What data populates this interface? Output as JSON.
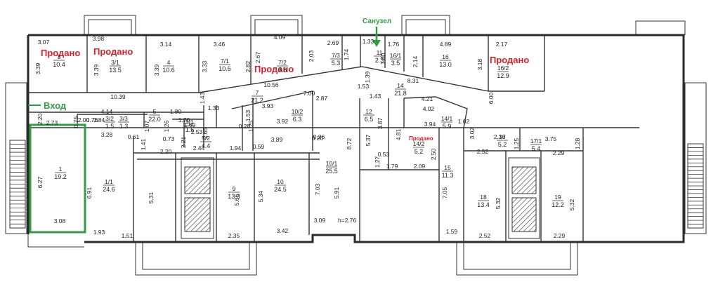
{
  "labels": {
    "entrance": "Вход",
    "bathroom": "Санузел",
    "sold": "Продано",
    "height": "h=2.76"
  },
  "colors": {
    "sold": "#d4232a",
    "highlight": "#2e9e44",
    "walls": "#2b2b2b"
  },
  "rooms": [
    {
      "num": "3",
      "area": "10.4"
    },
    {
      "num": "3/1",
      "area": "13.5"
    },
    {
      "num": "4",
      "area": "10.6"
    },
    {
      "num": "7/1",
      "area": "10.6"
    },
    {
      "num": "7/2",
      "area": "9.6"
    },
    {
      "num": "7/3",
      "area": "5.3"
    },
    {
      "num": "11",
      "area": "2.3"
    },
    {
      "num": "16/1",
      "area": "3.5"
    },
    {
      "num": "16",
      "area": "13.0"
    },
    {
      "num": "16/2",
      "area": "12.9"
    },
    {
      "num": "7",
      "area": "21.2"
    },
    {
      "num": "14",
      "area": "21.8"
    },
    {
      "num": "5",
      "area": "22.0"
    },
    {
      "num": "10/2",
      "area": "6.3"
    },
    {
      "num": "12",
      "area": "6.5"
    },
    {
      "num": "14/1",
      "area": "5.9"
    },
    {
      "num": "17",
      "area": "5.2"
    },
    {
      "num": "17/1",
      "area": "5.4"
    },
    {
      "num": "1",
      "area": "19.2"
    },
    {
      "num": "1/1",
      "area": "24.6"
    },
    {
      "num": "5/1",
      "area": "1.6"
    },
    {
      "num": "5/2",
      "area": "4.4"
    },
    {
      "num": "10",
      "area": "24.5"
    },
    {
      "num": "10/1",
      "area": "25.5"
    },
    {
      "num": "14/2",
      "area": "5.2"
    },
    {
      "num": "15",
      "area": "11.3"
    },
    {
      "num": "9",
      "area": "13.3"
    },
    {
      "num": "18",
      "area": "13.4"
    },
    {
      "num": "19",
      "area": "12.2"
    },
    {
      "num": "3/3",
      "area": "1.3"
    },
    {
      "num": "3/2",
      "area": "1.5"
    }
  ],
  "dims": [
    "3.07",
    "3.98",
    "3.14",
    "3.46",
    "4.09",
    "2.69",
    "1.33",
    "1.76",
    "4.89",
    "2.17",
    "3.39",
    "3.39",
    "3.39",
    "3.33",
    "2.67",
    "2.82",
    "2.03",
    "1.74",
    "1.80",
    "2.14",
    "3.18",
    "10.39",
    "10.56",
    "7.00",
    "1.53",
    "8.31",
    "1.43",
    "4.21",
    "4.02",
    "1.39",
    "1.43",
    "2.87",
    "3.93",
    "1.80",
    "1.33",
    "6.00",
    "4.14",
    "2.00",
    "0.78",
    "1.84",
    "1.26",
    "1.70",
    "1.60",
    "1.07",
    "0.73",
    "0.61",
    "1.41",
    "3.28",
    "2.73",
    "0.75",
    "0.28",
    "2.65",
    "2.53",
    "2.21",
    "1.25",
    "3.92",
    "1.53",
    "3.87",
    "3.94",
    "1.02",
    "3.02",
    "2.36",
    "1.25",
    "3.75",
    "1.28",
    "2.20",
    "2.44",
    "1.94",
    "0.59",
    "3.89",
    "0.26",
    "8.72",
    "5.37",
    "0.53",
    "1.79",
    "2.09",
    "2.50",
    "2.52",
    "2.29",
    "6.27",
    "6.91",
    "5.31",
    "5.66",
    "5.34",
    "7.03",
    "5.91",
    "1.27",
    "7.05",
    "5.32",
    "5.32",
    "3.08",
    "1.93",
    "1.51",
    "2.35",
    "3.42",
    "3.09",
    "1.59",
    "2.52",
    "2.29",
    "2.20",
    "4.81",
    "0.26"
  ]
}
